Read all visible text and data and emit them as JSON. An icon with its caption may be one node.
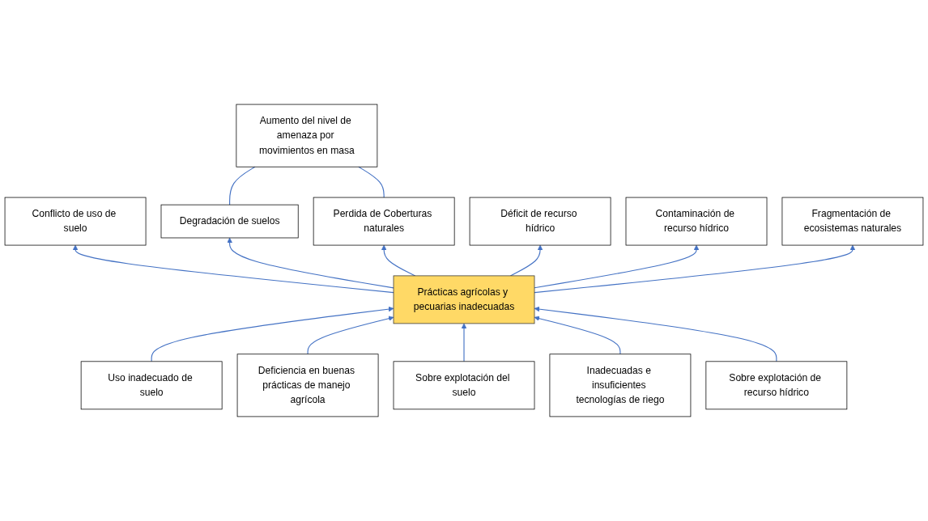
{
  "diagram": {
    "nodes": [
      {
        "text": [
          "Aumento del nivel de amenaza por movimientos en masa"
        ]
      },
      {
        "text": [
          "Conflicto de uso de suelo"
        ]
      },
      {
        "text": [
          "Degradación de suelos"
        ]
      },
      {
        "text": [
          "Perdida de Coberturas naturales"
        ]
      },
      {
        "text": [
          "Déficit de recurso hídrico"
        ]
      },
      {
        "text": [
          "Contaminación de recurso hídrico"
        ]
      },
      {
        "text": [
          "Fragmentación de ecosistemas naturales"
        ]
      },
      {
        "text": [
          "Prácticas agrícolas y pecuarias inadecuadas"
        ]
      },
      {
        "text": [
          "Uso inadecuado de suelo"
        ]
      },
      {
        "text": [
          "Deficiencia en buenas prácticas de manejo agrícola"
        ]
      },
      {
        "text": [
          "Sobre explotación del suelo"
        ]
      },
      {
        "text": [
          "Inadecuadas e insuficientes tecnologías de riego"
        ]
      },
      {
        "text": [
          "Sobre explotación de recurso hídrico"
        ]
      }
    ],
    "edges": [
      {
        "from": 2,
        "to": 0,
        "arrow": "none"
      },
      {
        "from": 3,
        "to": 0,
        "arrow": "none"
      },
      {
        "from": 7,
        "to": 1,
        "arrow": "to"
      },
      {
        "from": 7,
        "to": 2,
        "arrow": "to"
      },
      {
        "from": 7,
        "to": 3,
        "arrow": "to"
      },
      {
        "from": 7,
        "to": 4,
        "arrow": "to"
      },
      {
        "from": 7,
        "to": 5,
        "arrow": "to"
      },
      {
        "from": 7,
        "to": 6,
        "arrow": "to"
      },
      {
        "from": 8,
        "to": 7,
        "arrow": "to"
      },
      {
        "from": 9,
        "to": 7,
        "arrow": "to"
      },
      {
        "from": 10,
        "to": 7,
        "arrow": "to"
      },
      {
        "from": 11,
        "to": 7,
        "arrow": "to"
      },
      {
        "from": 12,
        "to": 7,
        "arrow": "to"
      }
    ]
  }
}
